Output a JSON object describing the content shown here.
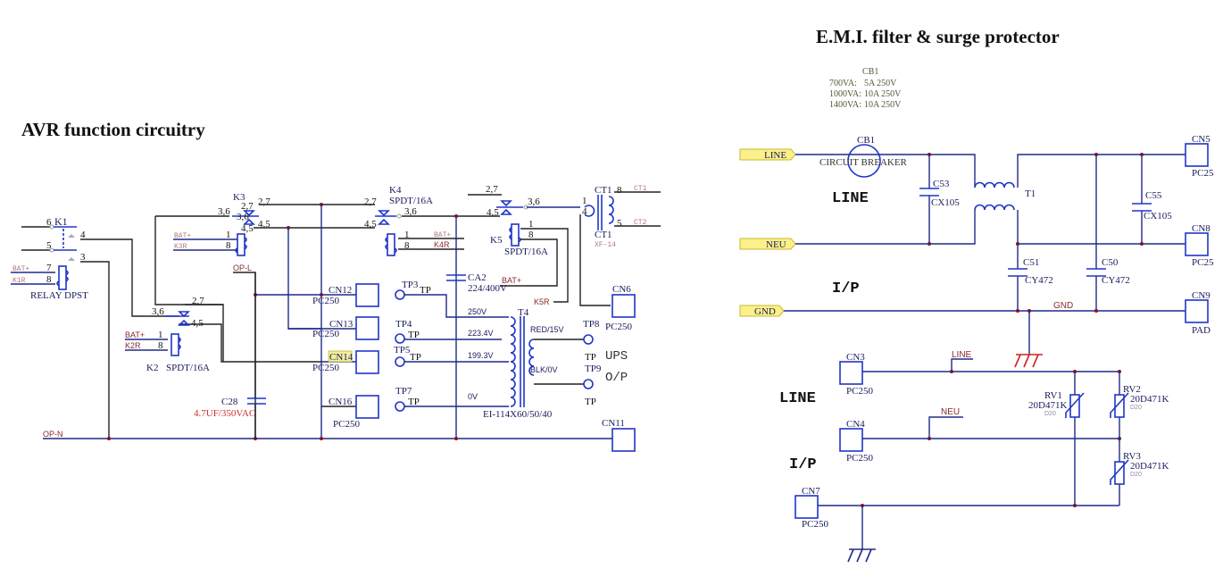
{
  "titles": {
    "avr": "AVR function circuitry",
    "emi": "E.M.I. filter & surge protector"
  },
  "avr": {
    "relays": {
      "k1": {
        "ref": "K1",
        "type": "RELAY DPST",
        "pins": [
          "6",
          "5",
          "4",
          "3",
          "7",
          "8"
        ],
        "nets": [
          "BAT+",
          "K1R"
        ]
      },
      "k2": {
        "ref": "K2",
        "type": "SPDT/16A",
        "pins": [
          "2,7",
          "3,6",
          "4,5",
          "1",
          "8"
        ],
        "nets": [
          "BAT+",
          "K2R"
        ]
      },
      "k3": {
        "ref": "K3",
        "pins": [
          "2,7",
          "3,6",
          "4,5",
          "2,7",
          "3,6",
          "4,5",
          "1",
          "8"
        ],
        "nets": [
          "BAT+",
          "K3R"
        ]
      },
      "k4": {
        "ref": "K4",
        "type": "SPDT/16A",
        "pins": [
          "2,7",
          "3,6",
          "4,5",
          "1",
          "8"
        ],
        "nets": [
          "BAT+",
          "K4R"
        ]
      },
      "k5": {
        "ref": "K5",
        "type": "SPDT/16A",
        "pins": [
          "2,7",
          "3,6",
          "4,5",
          "1",
          "8"
        ],
        "nets": [
          "BAT+",
          "K5R"
        ]
      }
    },
    "capacitors": {
      "c28": {
        "ref": "C28",
        "value": "4.7UF/350VAC"
      },
      "ca2": {
        "ref": "CA2",
        "value": "224/400V"
      }
    },
    "connectors": [
      {
        "ref": "CN12",
        "part": "PC250"
      },
      {
        "ref": "CN13",
        "part": "PC250"
      },
      {
        "ref": "CN14",
        "part": "PC250"
      },
      {
        "ref": "CN16",
        "part": "PC250"
      },
      {
        "ref": "CN6",
        "part": "PC250"
      },
      {
        "ref": "CN11",
        "part": ""
      }
    ],
    "testpoints": [
      {
        "ref": "TP3",
        "label": "TP"
      },
      {
        "ref": "TP4",
        "label": "TP"
      },
      {
        "ref": "TP5",
        "label": "TP"
      },
      {
        "ref": "TP7",
        "label": "TP"
      },
      {
        "ref": "TP8",
        "label": "TP"
      },
      {
        "ref": "TP9",
        "label": "TP"
      }
    ],
    "transformer": {
      "ref": "T4",
      "part": "EI-114X60/50/40",
      "taps": [
        "250V",
        "223.4V",
        "199.3V",
        "0V"
      ],
      "secondary": [
        "RED/15V",
        "BLK/0V"
      ]
    },
    "ct": {
      "ref": "CT1",
      "ref2": "CT1",
      "part": "XF-14",
      "pins": [
        "1",
        "4",
        "8",
        "5"
      ],
      "nets": [
        "CT1",
        "CT2"
      ]
    },
    "nets": {
      "opl": "OP-L",
      "opn": "OP-N",
      "bat": "BAT+",
      "k5r": "K5R"
    },
    "ups_op": [
      "UPS",
      "O/P"
    ]
  },
  "emi": {
    "cb_table": {
      "header": "CB1",
      "rows": [
        {
          "va": "700VA:",
          "rating": "5A  250V"
        },
        {
          "va": "1000VA:",
          "rating": "10A 250V"
        },
        {
          "va": "1400VA:",
          "rating": "10A 250V"
        }
      ]
    },
    "ports": [
      "LINE",
      "NEU",
      "GND"
    ],
    "breaker": {
      "ref": "CB1",
      "label": "CIRCUIT BREAKER"
    },
    "caps": [
      {
        "ref": "C53",
        "value": "CX105"
      },
      {
        "ref": "C55",
        "value": "CX105"
      },
      {
        "ref": "C51",
        "value": "CY472"
      },
      {
        "ref": "C50",
        "value": "CY472"
      }
    ],
    "choke": {
      "ref": "T1"
    },
    "connectors": [
      {
        "ref": "CN5",
        "part": "PC25"
      },
      {
        "ref": "CN8",
        "part": "PC25"
      },
      {
        "ref": "CN9",
        "part": "PAD"
      },
      {
        "ref": "CN3",
        "part": "PC250"
      },
      {
        "ref": "CN4",
        "part": "PC250"
      },
      {
        "ref": "CN7",
        "part": "PC250"
      }
    ],
    "varistors": [
      {
        "ref": "RV1",
        "value": "20D471K",
        "pkg": "D20"
      },
      {
        "ref": "RV2",
        "value": "20D471K",
        "pkg": "D20"
      },
      {
        "ref": "RV3",
        "value": "20D471K",
        "pkg": "D20"
      }
    ],
    "nets": {
      "gnd": "GND",
      "line": "LINE",
      "neu": "NEU"
    },
    "section_labels": [
      "LINE",
      "I/P",
      "LINE",
      "I/P"
    ]
  }
}
